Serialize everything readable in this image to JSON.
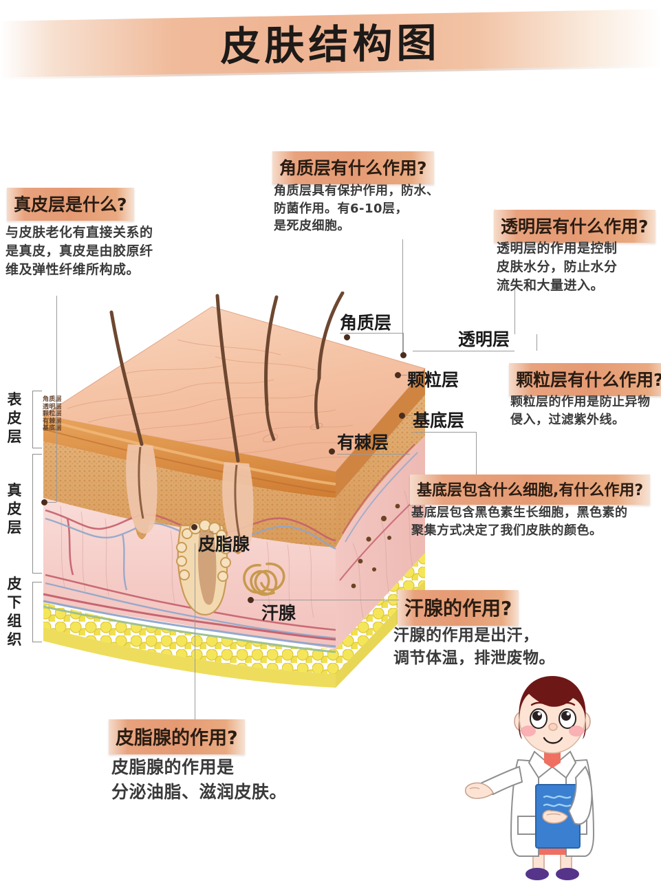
{
  "header": {
    "title": "皮肤结构图"
  },
  "callouts": [
    {
      "id": "dermis",
      "heading": "真皮层是什么?",
      "body": "与皮肤老化有直接关系的\n是真皮，真皮是由胶原纤\n维及弹性纤维所构成。"
    },
    {
      "id": "stratum-corneum",
      "heading": "角质层有什么作用?",
      "body": "角质层具有保护作用，防水、\n防菌作用。有6-10层，\n是死皮细胞。"
    },
    {
      "id": "stratum-lucidum",
      "heading": "透明层有什么作用?",
      "body": "透明层的作用是控制\n皮肤水分，防止水分\n流失和大量进入。"
    },
    {
      "id": "granular-layer",
      "heading": "颗粒层有什么作用?",
      "body": "颗粒层的作用是防止异物\n侵入，过滤紫外线。"
    },
    {
      "id": "basal-layer",
      "heading": "基底层包含什么细胞,有什么作用?",
      "body": "基底层包含黑色素生长细胞，黑色素的\n聚集方式决定了我们皮肤的颜色。"
    },
    {
      "id": "sweat-gland",
      "heading": "汗腺的作用?",
      "body": "汗腺的作用是出汗，\n调节体温，排泄废物。"
    },
    {
      "id": "sebaceous-gland",
      "heading": "皮脂腺的作用?",
      "body": "皮脂腺的作用是\n分泌油脂、滋润皮肤。"
    }
  ],
  "side_labels": {
    "epidermis": "表皮层",
    "dermis": "真皮层",
    "subcutaneous": "皮下组织"
  },
  "micro_layers": "角质层\n透明层\n颗粒层\n有棘层\n基底层",
  "diagram_labels": {
    "stratum_corneum": "角质层",
    "stratum_lucidum": "透明层",
    "granular": "颗粒层",
    "basal": "基底层",
    "spinous": "有棘层",
    "sebaceous_gland": "皮脂腺",
    "sweat_gland": "汗腺"
  },
  "colors": {
    "banner_accent": "#e59a73",
    "chip_accent": "#e8a27d",
    "heading_text": "#2a1c12",
    "body_text": "#3a3a3a",
    "epidermis_surface": "#f5c3a6",
    "corneum_band": "#d9893f",
    "spinous_fill": "#e0a766",
    "dermis_fill": "#f6cfcb",
    "fat_fill": "#f2e04c",
    "artery": "#c4606d",
    "vein": "#8ea6cc",
    "hair": "#6d4730",
    "leader_line": "#9a9a9a",
    "dot": "#4a2d1c",
    "coat_white": "#ffffff",
    "hair_maroon": "#6e1717",
    "dress_coral": "#ef6f61",
    "clipboard_blue": "#3a7fd0",
    "shoe_purple": "#55348a"
  }
}
